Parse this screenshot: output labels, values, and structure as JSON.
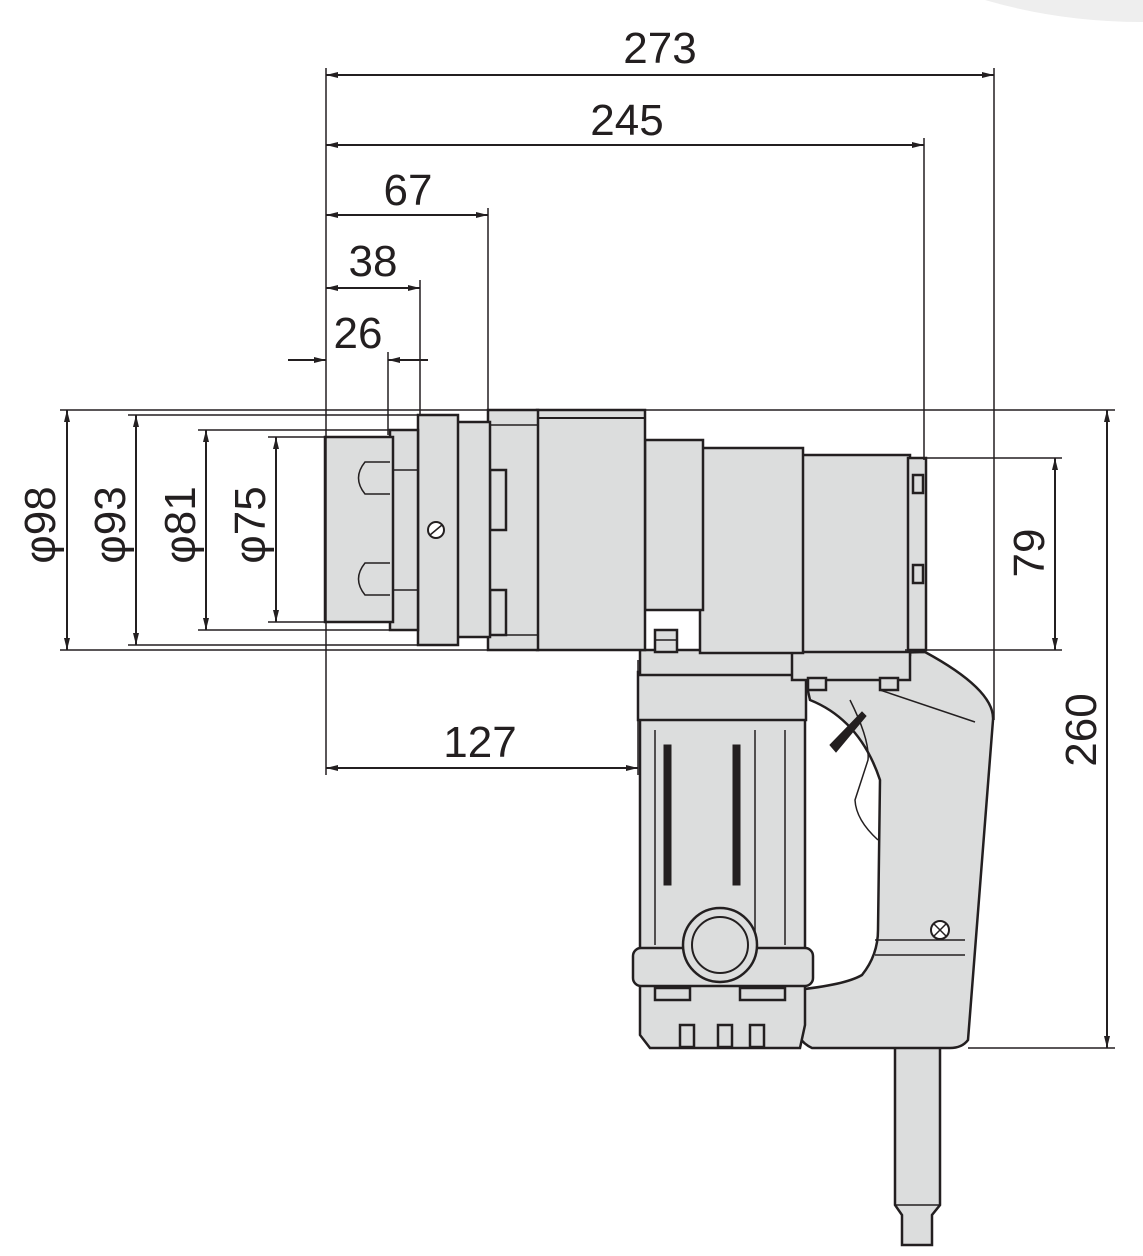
{
  "dimensions": {
    "total_length": "273",
    "length_to_handle": "245",
    "nose_to_flange": "67",
    "nose_length": "38",
    "socket_depth": "26",
    "dia_98": "φ98",
    "dia_93": "φ93",
    "dia_81": "φ81",
    "dia_75": "φ75",
    "gear_height": "79",
    "total_height": "260",
    "center_to_grip": "127"
  },
  "colors": {
    "body_fill": "#dcdddd",
    "line": "#231f20",
    "background": "#ffffff"
  }
}
